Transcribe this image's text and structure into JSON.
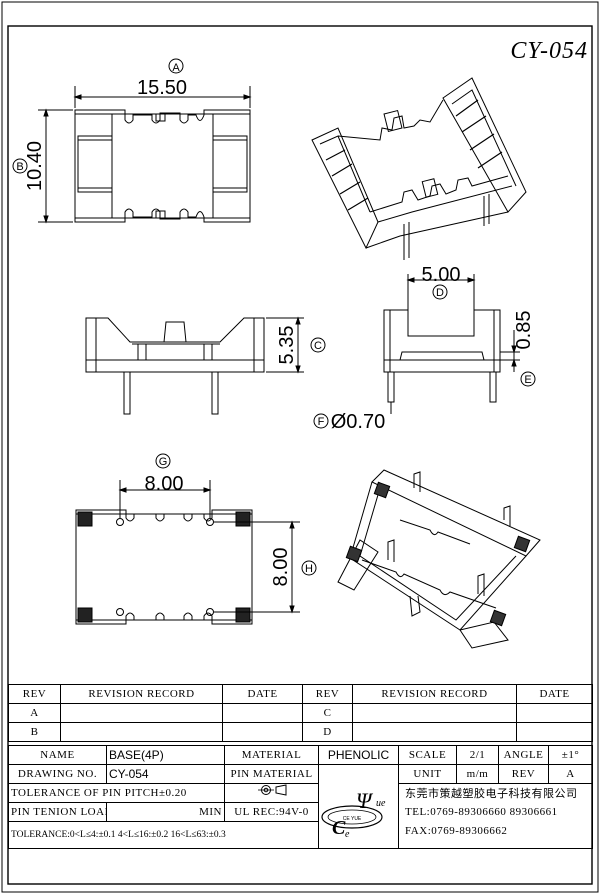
{
  "drawing": {
    "code": "CY-054",
    "dimensions": {
      "a_value": "15.50",
      "a_tag": "A",
      "b_value": "10.40",
      "b_tag": "B",
      "c_value": "5.35",
      "c_tag": "C",
      "d_value": "5.00",
      "d_tag": "D",
      "e_value": "0.85",
      "e_tag": "E",
      "f_value": "Ø0.70",
      "f_tag": "F",
      "g_value": "8.00",
      "g_tag": "G",
      "h_value": "8.00",
      "h_tag": "H"
    }
  },
  "revision": {
    "headers": [
      "REV",
      "REVISION RECORD",
      "DATE",
      "REV",
      "REVISION RECORD",
      "DATE"
    ],
    "rows": [
      [
        "A",
        "",
        "",
        "C",
        "",
        ""
      ],
      [
        "B",
        "",
        "",
        "D",
        "",
        ""
      ]
    ]
  },
  "title_block": {
    "name_label": "NAME",
    "name_value": "BASE(4P)",
    "material_label": "MATERIAL",
    "material_value": "PHENOLIC",
    "scale_label": "SCALE",
    "scale_value": "2/1",
    "angle_label": "ANGLE",
    "angle_value": "±1°",
    "drawing_no_label": "DRAWING NO.",
    "drawing_no_value": "CY-054",
    "pin_material_label": "PIN MATERIAL",
    "unit_label": "UNIT",
    "unit_value": "m/m",
    "rev_label": "REV",
    "rev_value": "A",
    "tolerance_pitch": "TOLERANCE OF PIN PITCH±0.20",
    "pin_tension_label": "PIN TENION LOAD",
    "pin_tension_min": "MIN",
    "ul_rec": "UL REC:94V-0",
    "tolerance_ranges": "TOLERANCE:0<L≤4:±0.1  4<L≤16:±0.2  16<L≤63:±0.3",
    "company_cn": "东莞市策越塑胶电子科技有限公司",
    "tel": "TEL:0769-89306660  89306661",
    "fax": "FAX:0769-89306662",
    "logo_text": "CE YUE"
  }
}
